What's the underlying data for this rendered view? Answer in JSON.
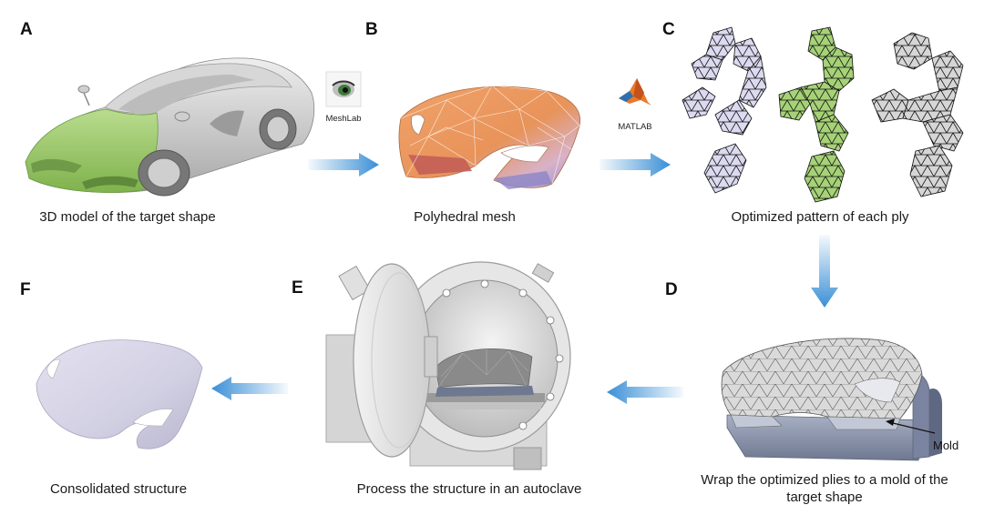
{
  "panels": {
    "A": {
      "letter": "A",
      "caption": "3D model of the target shape"
    },
    "B": {
      "letter": "B",
      "caption": "Polyhedral mesh"
    },
    "C": {
      "letter": "C",
      "caption": "Optimized pattern of each ply"
    },
    "D": {
      "letter": "D",
      "caption": "Wrap the optimized plies to a mold of the target shape",
      "annotation": "Mold"
    },
    "E": {
      "letter": "E",
      "caption": "Process the structure in an autoclave"
    },
    "F": {
      "letter": "F",
      "caption": "Consolidated structure"
    }
  },
  "tools": {
    "meshlab": {
      "label": "MeshLab",
      "icon": "meshlab-eye-icon"
    },
    "matlab": {
      "label": "MATLAB",
      "icon": "matlab-membrane-icon"
    }
  },
  "colors": {
    "arrow": "#3a8fd6",
    "car_green": "#9ccb6b",
    "car_gray": "#c9c9c9",
    "mesh_orange": "#e8935a",
    "mesh_purple": "#b8a8e0",
    "ply_green": "#9ccb6b",
    "ply_lavender": "#d8d6ee",
    "ply_gray": "#d0d0d0",
    "mold_blue": "#8e98ad",
    "shell_lavender": "#d7d5e6"
  }
}
